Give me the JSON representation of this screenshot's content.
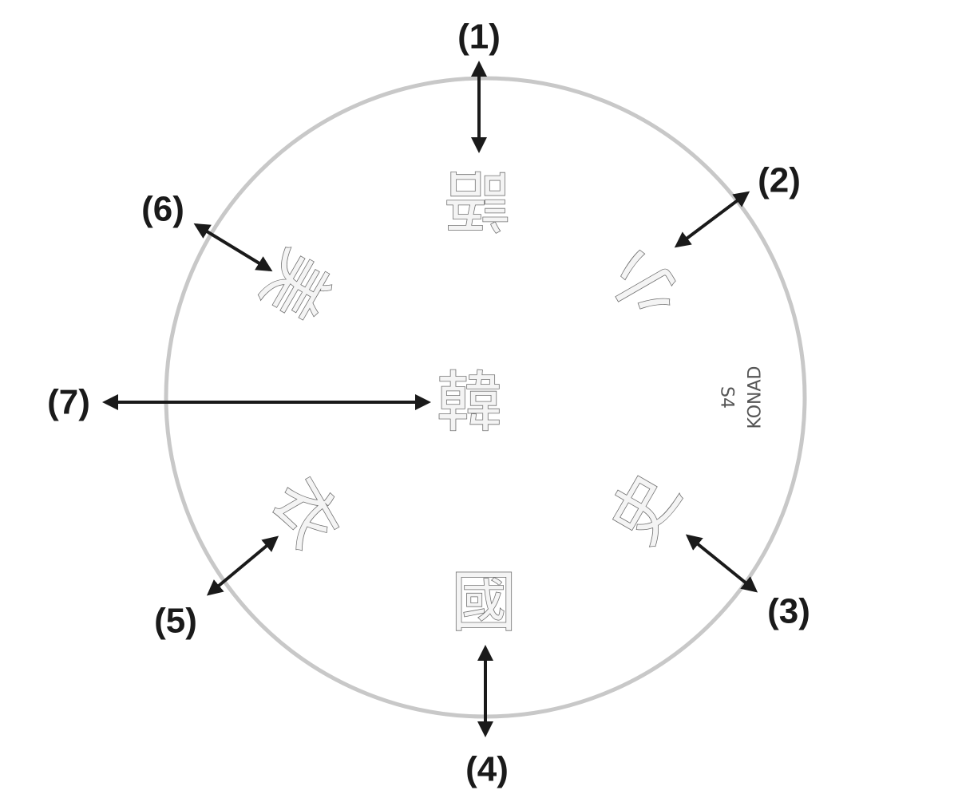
{
  "disc": {
    "border_color": "#c8c8c8",
    "fill_color": "#ffffff"
  },
  "arrow_color": "#1a1a1a",
  "labels": [
    {
      "id": "1",
      "text": "(1)"
    },
    {
      "id": "2",
      "text": "(2)"
    },
    {
      "id": "3",
      "text": "(3)"
    },
    {
      "id": "4",
      "text": "(4)"
    },
    {
      "id": "5",
      "text": "(5)"
    },
    {
      "id": "6",
      "text": "(6)"
    },
    {
      "id": "7",
      "text": "(7)"
    }
  ],
  "characters": [
    {
      "id": "1",
      "text": "語"
    },
    {
      "id": "2",
      "text": "小"
    },
    {
      "id": "3",
      "text": "史"
    },
    {
      "id": "4",
      "text": "國"
    },
    {
      "id": "5",
      "text": "衣"
    },
    {
      "id": "6",
      "text": "美"
    },
    {
      "id": "7",
      "text": "韓"
    }
  ],
  "markings": {
    "code": "S4",
    "brand": "KONAD"
  }
}
